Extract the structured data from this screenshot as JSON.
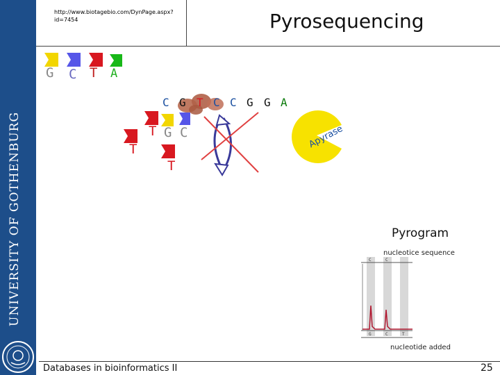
{
  "header": {
    "url_text": "http://www.biotagebio.com/DynPage.aspx?id=7454",
    "title": "Pyrosequencing"
  },
  "sidebar": {
    "university_name": "UNIVERSITY OF GOTHENBURG"
  },
  "legend_nucleotides": [
    {
      "letter": "G",
      "color": "#f2d600"
    },
    {
      "letter": "C",
      "color": "#5656e8"
    },
    {
      "letter": "T",
      "color": "#d81820"
    },
    {
      "letter": "A",
      "color": "#18b818"
    }
  ],
  "template_strand": {
    "letters": [
      "C",
      "G",
      "T",
      "C",
      "C",
      "G",
      "G",
      "A"
    ],
    "colors": [
      "#1a4fa0",
      "#111111",
      "#d81820",
      "#1a4fa0",
      "#1a4fa0",
      "#111111",
      "#111111",
      "#0a7a0a"
    ]
  },
  "incorporated": {
    "letters": [
      "T",
      "G",
      "C"
    ],
    "colors": [
      "#d81820",
      "#777777",
      "#777777"
    ]
  },
  "free_nucleotides": [
    "T",
    "T"
  ],
  "enzyme": {
    "name": "Apyrase",
    "color": "#f7e200"
  },
  "pyrogram": {
    "label": "Pyrogram",
    "top_caption": "nucleotice sequence",
    "bottom_caption": "nucleotide added",
    "top_lane_labels": [
      "C",
      "C",
      ""
    ],
    "bottom_lane_labels": [
      "G",
      "C",
      "T"
    ]
  },
  "footer": {
    "course_title": "Databases in bioinformatics II",
    "page_number": "25"
  }
}
